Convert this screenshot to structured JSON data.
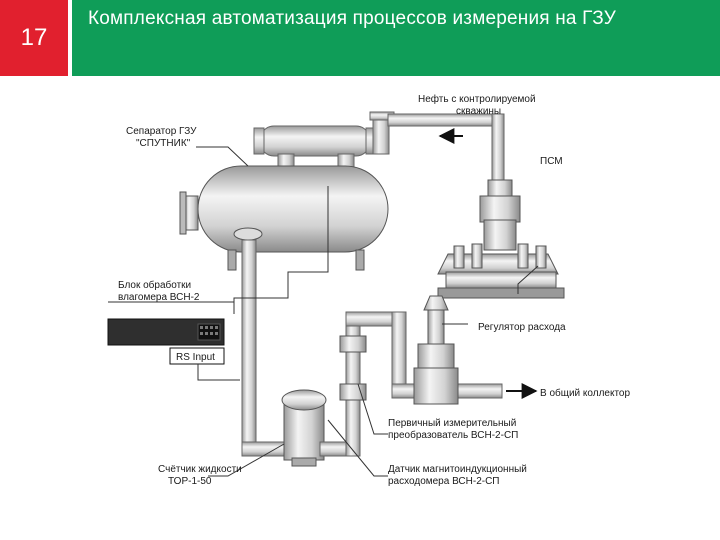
{
  "slide": {
    "number": "17",
    "title": "Комплексная автоматизация процессов измерения на ГЗУ"
  },
  "labels": {
    "separator_1": "Сепаратор ГЗУ",
    "separator_2": "\"СПУТНИК\"",
    "oil_in_1": "Нефть с контролируемой",
    "oil_in_2": "скважины",
    "psm": "ПСМ",
    "block_1": "Блок  обработки",
    "block_2": "влагомера ВСН-2",
    "rs_input": "RS Input",
    "flow_regulator": "Регулятор расхода",
    "collector": "В общий коллектор",
    "primary_1": "Первичный измерительный",
    "primary_2": "преобразователь ВСН-2-СП",
    "counter_1": "Счётчик жидкости",
    "counter_2": "ТОР-1-50",
    "sensor_1": "Датчик магнитоиндукционный",
    "sensor_2": "расходомера ВСН-2-СП"
  },
  "colors": {
    "slide_number_bg": "#e1202e",
    "header_bg": "#0f9d58",
    "metal_light": "#f2f2f2",
    "metal_dark": "#8c8c8c"
  }
}
